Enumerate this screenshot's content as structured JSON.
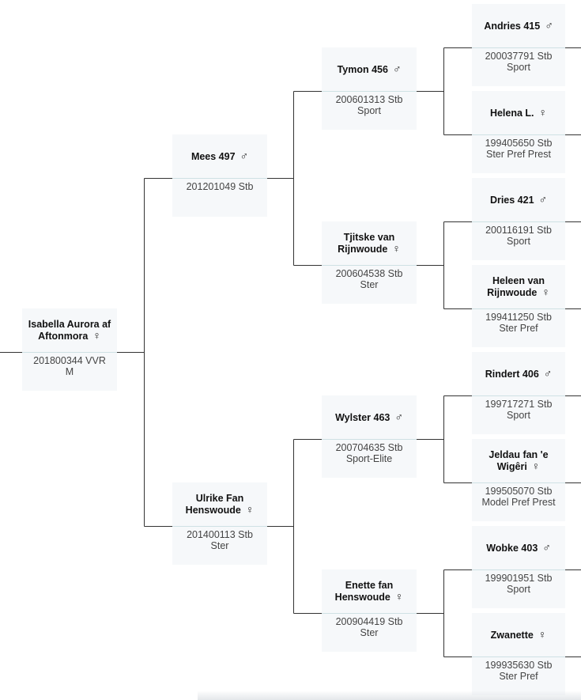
{
  "tree": {
    "root": {
      "name": "Isabella Aurora af Aftonmora",
      "sex_symbol": "♀",
      "reg": "201800344 VVR",
      "reg2": "M"
    },
    "sire": {
      "name": "Mees 497",
      "sex_symbol": "♂",
      "reg": "201201049 Stb",
      "reg2": ""
    },
    "dam": {
      "name": "Ulrike Fan Henswoude",
      "sex_symbol": "♀",
      "reg": "201400113 Stb",
      "reg2": "Ster"
    },
    "ss": {
      "name": "Tymon 456",
      "sex_symbol": "♂",
      "reg": "200601313 Stb",
      "reg2": "Sport"
    },
    "sd": {
      "name": "Tjitske van Rijnwoude",
      "sex_symbol": "♀",
      "reg": "200604538 Stb",
      "reg2": "Ster"
    },
    "ds": {
      "name": "Wylster 463",
      "sex_symbol": "♂",
      "reg": "200704635 Stb",
      "reg2": "Sport-Elite"
    },
    "dd": {
      "name": "Enette fan Henswoude",
      "sex_symbol": "♀",
      "reg": "200904419 Stb",
      "reg2": "Ster"
    },
    "sss": {
      "name": "Andries 415",
      "sex_symbol": "♂",
      "reg": "200037791 Stb",
      "reg2": "Sport"
    },
    "ssd": {
      "name": "Helena L.",
      "sex_symbol": "♀",
      "reg": "199405650 Stb",
      "reg2": "Ster Pref Prest"
    },
    "sds": {
      "name": "Dries 421",
      "sex_symbol": "♂",
      "reg": "200116191 Stb",
      "reg2": "Sport"
    },
    "sdd": {
      "name": "Heleen van Rijnwoude",
      "sex_symbol": "♀",
      "reg": "199411250 Stb",
      "reg2": "Ster Pref"
    },
    "dss": {
      "name": "Rindert 406",
      "sex_symbol": "♂",
      "reg": "199717271 Stb",
      "reg2": "Sport"
    },
    "dsd": {
      "name": "Jeldau fan 'e Wigêri",
      "sex_symbol": "♀",
      "reg": "199505070 Stb",
      "reg2": "Model Pref Prest"
    },
    "dds": {
      "name": "Wobke 403",
      "sex_symbol": "♂",
      "reg": "199901951 Stb",
      "reg2": "Sport"
    },
    "ddd": {
      "name": "Zwanette",
      "sex_symbol": "♀",
      "reg": "199935630 Stb",
      "reg2": "Ster Pref"
    }
  }
}
